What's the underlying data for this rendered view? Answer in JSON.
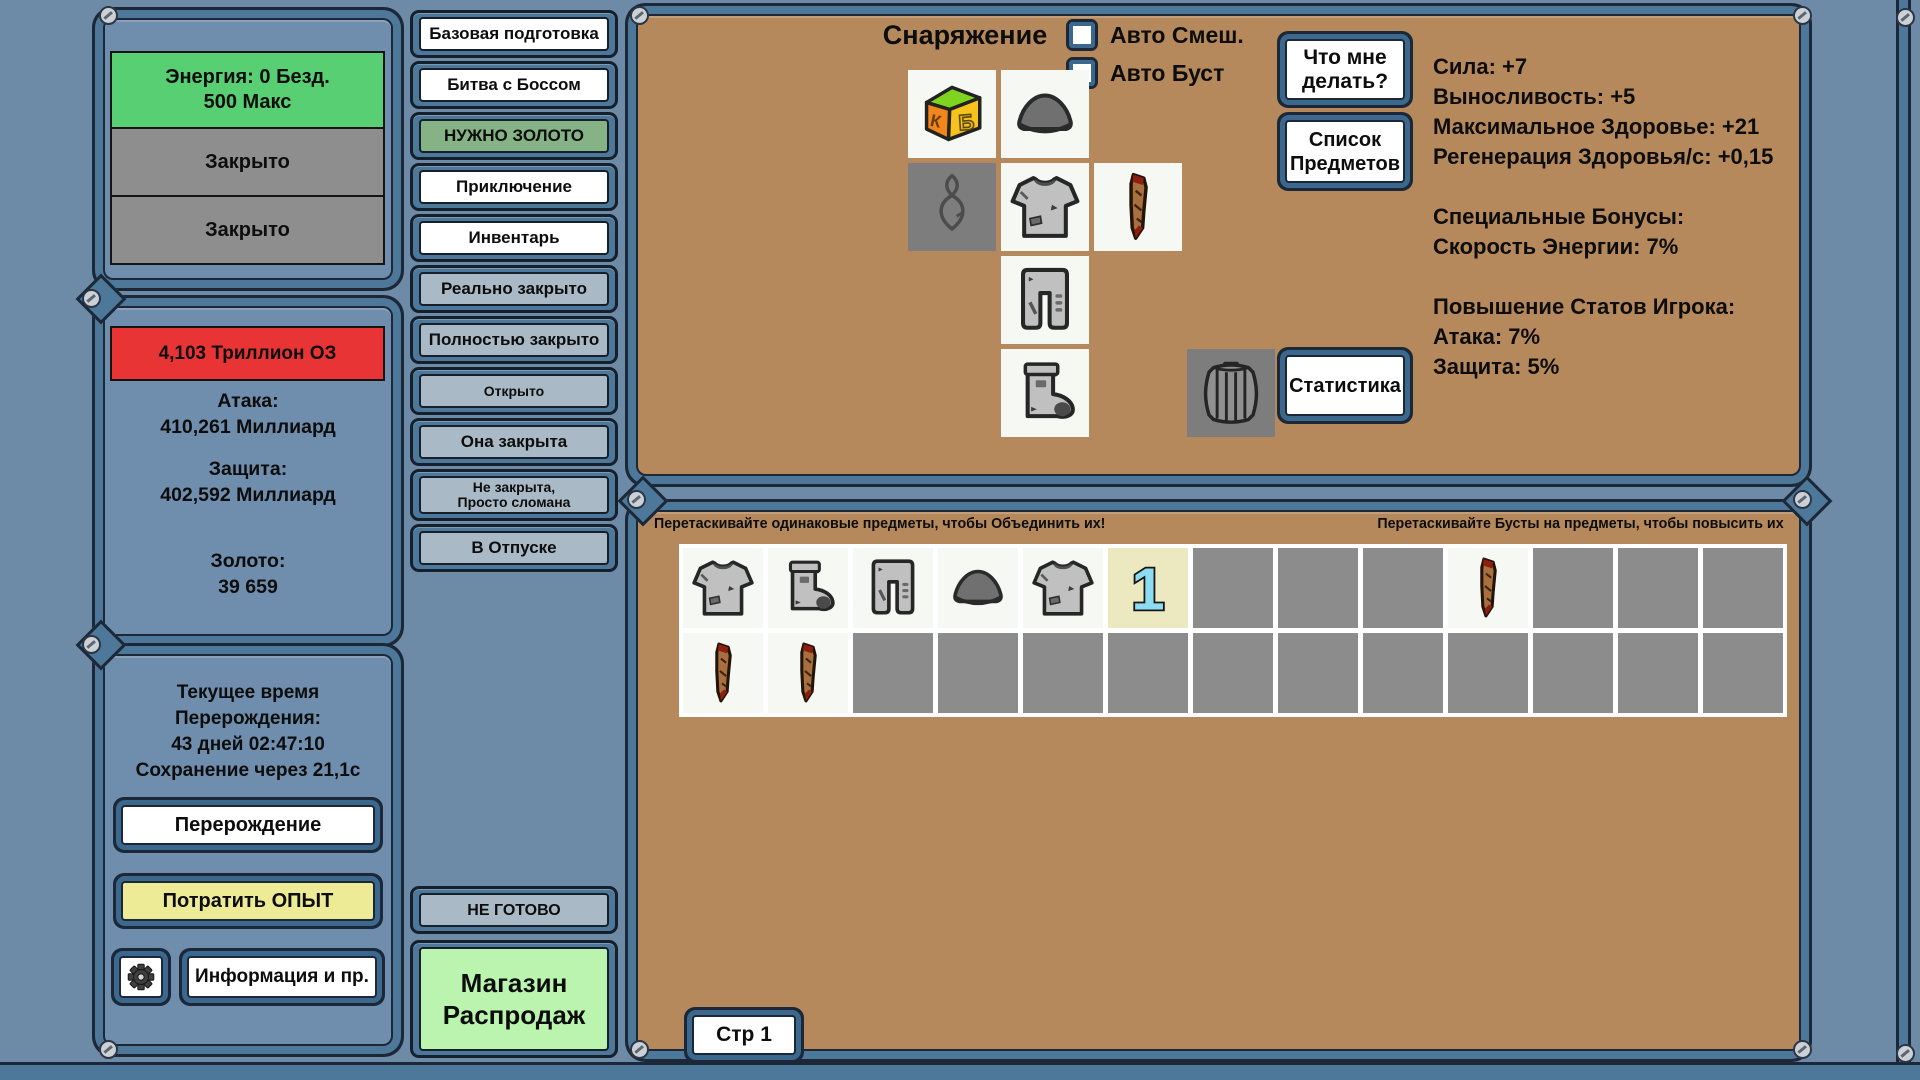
{
  "left_panel": {
    "energy_bar": {
      "line1": "Энергия: 0 Безд.",
      "line2": "500 Макс"
    },
    "locked_bars": [
      "Закрыто",
      "Закрыто"
    ],
    "hp_bar": "4,103 Триллион ОЗ",
    "attack_label": "Атака:",
    "attack_value": "410,261 Миллиард",
    "defense_label": "Защита:",
    "defense_value": "402,592 Миллиард",
    "gold_label": "Золото:",
    "gold_value": "39 659",
    "time_lines": [
      "Текущее время",
      "Перерождения:",
      "43 дней 02:47:10",
      "Сохранение через 21,1с"
    ],
    "rebirth_button": "Перерождение",
    "spend_xp_button": "Потратить ОПЫТ",
    "info_button": "Информация и пр."
  },
  "menu": {
    "items": [
      {
        "label": "Базовая подготовка",
        "style": "white"
      },
      {
        "label": "Битва с Боссом",
        "style": "white"
      },
      {
        "label": "НУЖНО ЗОЛОТО",
        "style": "green"
      },
      {
        "label": "Приключение",
        "style": "white"
      },
      {
        "label": "Инвентарь",
        "style": "white"
      },
      {
        "label": "Реально закрыто",
        "style": "disabled"
      },
      {
        "label": "Полностью закрыто",
        "style": "disabled"
      },
      {
        "label": "Открыто",
        "style": "disabled",
        "small": true
      },
      {
        "label": "Она закрыта",
        "style": "disabled"
      },
      {
        "label": "Не закрыта,\nПросто сломана",
        "style": "disabled",
        "small": true
      },
      {
        "label": "В Отпуске",
        "style": "disabled"
      }
    ],
    "not_ready_button": {
      "label": "НЕ ГОТОВО"
    },
    "shop_button": {
      "line1": "Магазин",
      "line2": "Распродаж"
    }
  },
  "equipment": {
    "title": "Снаряжение",
    "checkboxes": [
      {
        "label": "Авто Смеш.",
        "checked": false
      },
      {
        "label": "Авто Буст",
        "checked": false
      }
    ],
    "what_button": {
      "line1": "Что мне",
      "line2": "делать?"
    },
    "item_list_button": {
      "line1": "Список",
      "line2": "Предметов"
    },
    "stats_button": "Статистика",
    "slots": [
      {
        "item": "cube",
        "row": 1,
        "col": 1,
        "variant": "light"
      },
      {
        "item": "hat",
        "row": 1,
        "col": 2,
        "variant": "light"
      },
      {
        "item": "amulet-outline",
        "row": 2,
        "col": 1,
        "variant": "dark"
      },
      {
        "item": "tshirt",
        "row": 2,
        "col": 2,
        "variant": "light"
      },
      {
        "item": "stick",
        "row": 2,
        "col": 3,
        "variant": "light"
      },
      {
        "item": "pants",
        "row": 3,
        "col": 2,
        "variant": "light"
      },
      {
        "item": "boot",
        "row": 4,
        "col": 2,
        "variant": "light"
      },
      {
        "item": "barrel",
        "row": 4,
        "col": 4,
        "variant": "dark"
      }
    ],
    "stats_lines": [
      "Сила: +7",
      "Выносливость: +5",
      "Максимальное Здоровье: +21",
      "Регенерация Здоровья/с: +0,15",
      "",
      "Специальные Бонусы:",
      "Скорость Энергии: 7%",
      "",
      "Повышение Статов Игрока:",
      "Атака: 7%",
      "Защита: 5%"
    ]
  },
  "inventory": {
    "hint_left": "Перетаскивайте одинаковые предметы, чтобы Объединить их!",
    "hint_right": "Перетаскивайте Бусты на предметы, чтобы повысить их",
    "columns": 13,
    "rows": [
      [
        "tshirt",
        "boot",
        "pants",
        "hat",
        "tshirt",
        "boost-1",
        null,
        null,
        null,
        "stick",
        null,
        null,
        null
      ],
      [
        "stick",
        "stick",
        null,
        null,
        null,
        null,
        null,
        null,
        null,
        null,
        null,
        null,
        null
      ]
    ],
    "page_button": "Стр 1"
  },
  "colors": {
    "frame_blue": "#4d7899",
    "outline_dark": "#1c2838",
    "panel_blue": "#6f8dac",
    "area_brown": "#b5895c",
    "energy_green": "#57cf72",
    "hp_red": "#e83434",
    "menu_green": "#85b385",
    "shop_green": "#baf4ae",
    "xp_yellow": "#eeeb96",
    "boost_blue": "#8ddcf2",
    "slot_light": "#f6f8f4",
    "slot_dark": "#7d7d7d"
  }
}
